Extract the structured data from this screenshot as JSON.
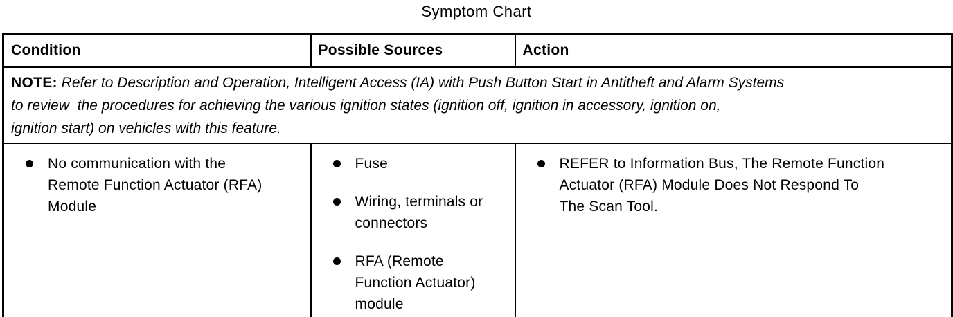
{
  "title": "Symptom Chart",
  "table": {
    "headers": [
      "Condition",
      "Possible Sources",
      "Action"
    ],
    "note": {
      "label": "NOTE:",
      "text": "Refer to Description and Operation, Intelligent Access (IA) with Push Button Start in Antitheft and Alarm Systems\nto review  the procedures for achieving the various ignition states (ignition off, ignition in accessory, ignition on,\nignition start) on vehicles with this feature."
    },
    "row": {
      "condition": "No communication with the\nRemote Function Actuator (RFA)\nModule",
      "sources": [
        "Fuse",
        "Wiring, terminals or\nconnectors",
        "RFA (Remote\nFunction Actuator)\nmodule"
      ],
      "action": "REFER to Information Bus, The Remote Function\nActuator (RFA) Module Does Not Respond To\nThe Scan Tool."
    }
  },
  "colors": {
    "ink": "#000000",
    "paper": "#ffffff"
  }
}
